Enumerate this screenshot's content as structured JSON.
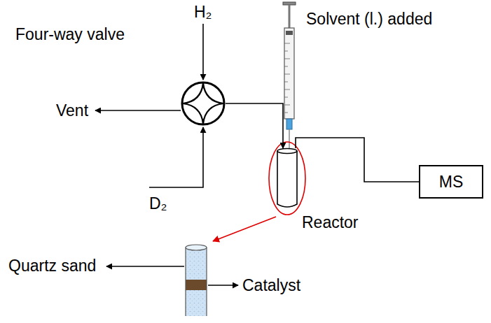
{
  "diagram": {
    "nodes": [
      {
        "text": [
          "Four-way valve"
        ]
      },
      {
        "text": [
          "Reactor"
        ]
      },
      {
        "text": [
          "MS"
        ]
      }
    ],
    "edges": [
      {
        "from": 0,
        "to": 1,
        "arrow": "to"
      },
      {
        "from": 1,
        "to": 2,
        "arrow": "none"
      }
    ],
    "labels": [
      "H₂",
      "Vent",
      "D₂",
      "Solvent (l.) added",
      "Quartz sand",
      "Catalyst"
    ]
  }
}
